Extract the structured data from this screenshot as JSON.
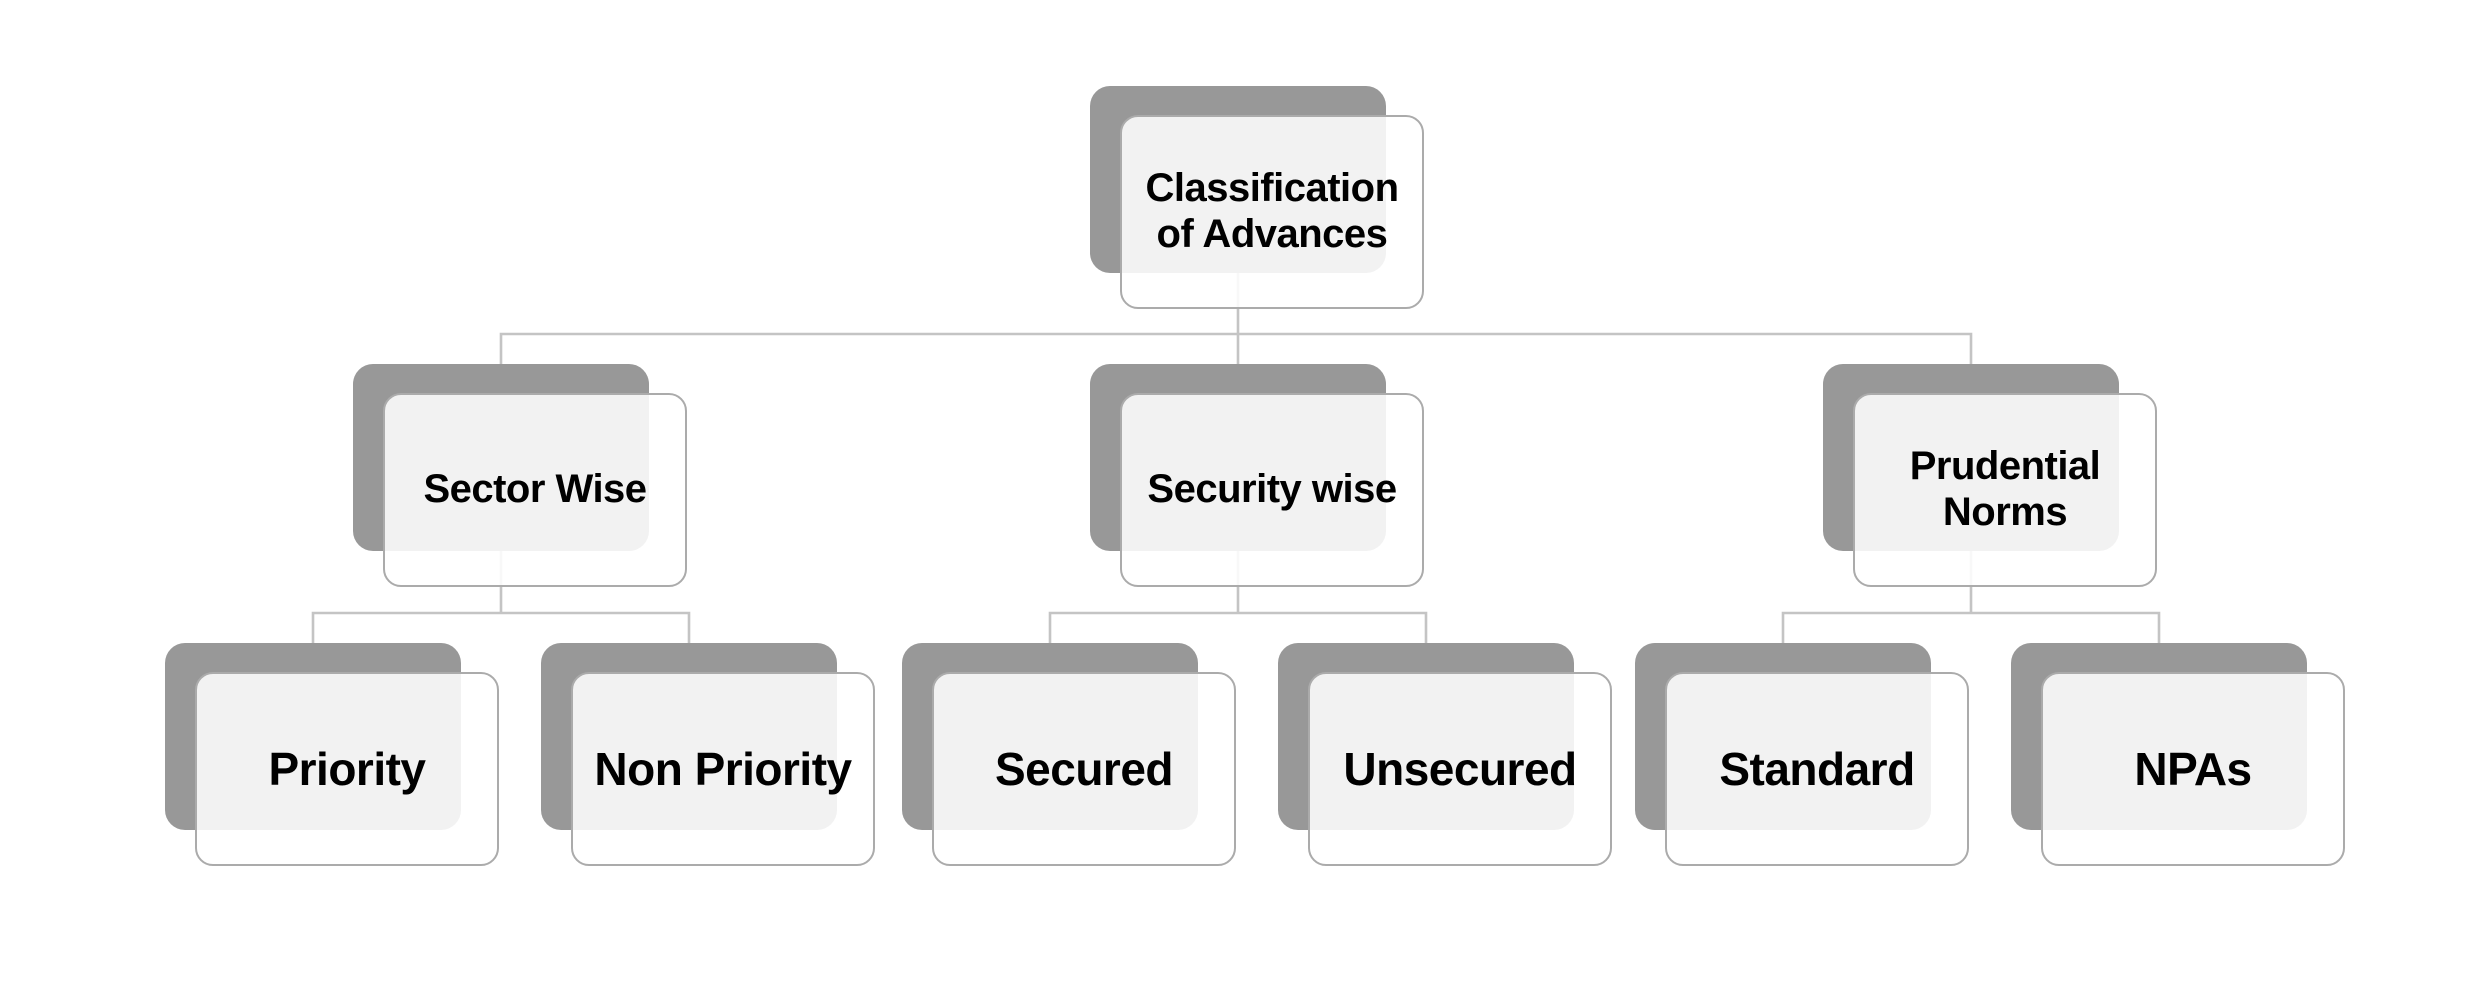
{
  "page": {
    "background": "#ffffff"
  },
  "diagram": {
    "type": "org-chart",
    "title": "Classification of Advances",
    "colors": {
      "back_shape": "#989898",
      "front_fill": "rgba(255,255,255,0.87)",
      "front_border": "#ababab",
      "connector": "#c4c4c4",
      "text": "#000000"
    },
    "nodes": [
      {
        "id": "root",
        "label": "Classification of Advances",
        "lines": [
          "Classification",
          "of Advances"
        ],
        "parent": null
      },
      {
        "id": "sector-wise",
        "label": "Sector Wise",
        "lines": [
          "Sector Wise"
        ],
        "parent": "root"
      },
      {
        "id": "security-wise",
        "label": "Security wise",
        "lines": [
          "Security wise"
        ],
        "parent": "root"
      },
      {
        "id": "prudential-norms",
        "label": "Prudential Norms",
        "lines": [
          "Prudential",
          "Norms"
        ],
        "parent": "root"
      },
      {
        "id": "priority",
        "label": "Priority",
        "lines": [
          "Priority"
        ],
        "parent": "sector-wise"
      },
      {
        "id": "non-priority",
        "label": "Non Priority",
        "lines": [
          "Non Priority"
        ],
        "parent": "sector-wise"
      },
      {
        "id": "secured",
        "label": "Secured",
        "lines": [
          "Secured"
        ],
        "parent": "security-wise"
      },
      {
        "id": "unsecured",
        "label": "Unsecured",
        "lines": [
          "Unsecured"
        ],
        "parent": "security-wise"
      },
      {
        "id": "standard",
        "label": "Standard",
        "lines": [
          "Standard"
        ],
        "parent": "prudential-norms"
      },
      {
        "id": "npas",
        "label": "NPAs",
        "lines": [
          "NPAs"
        ],
        "parent": "prudential-norms"
      }
    ]
  }
}
